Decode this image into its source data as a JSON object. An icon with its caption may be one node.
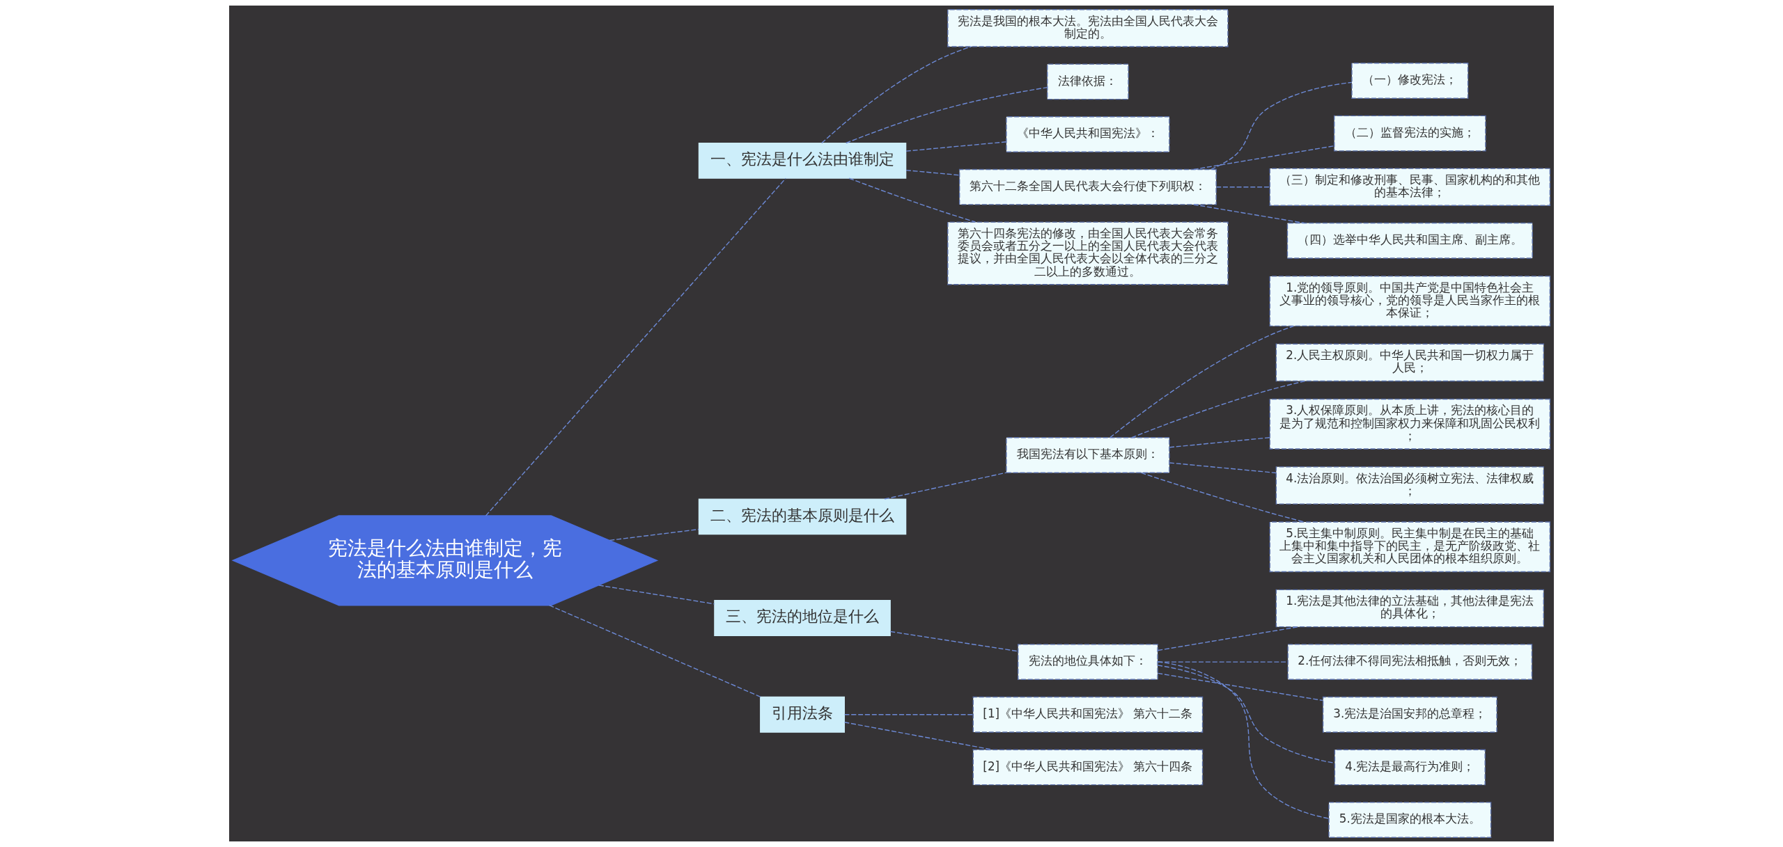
{
  "diagram": {
    "nodes": [
      {
        "text": [
          "宪法是什么法由谁制定，宪法的基本原则是什么"
        ]
      },
      {
        "text": [
          "一、宪法是什么法由谁制定"
        ]
      },
      {
        "text": [
          "宪法是我国的根本大法。宪法由全国人民代表大会制定的。"
        ]
      },
      {
        "text": [
          "法律依据："
        ]
      },
      {
        "text": [
          "《中华人民共和国宪法》："
        ]
      },
      {
        "text": [
          "第六十二条全国人民代表大会行使下列职权："
        ]
      },
      {
        "text": [
          "（一）修改宪法；"
        ]
      },
      {
        "text": [
          "（二）监督宪法的实施；"
        ]
      },
      {
        "text": [
          "（三）制定和修改刑事、民事、国家机构的和其他的基本法律；"
        ]
      },
      {
        "text": [
          "（四）选举中华人民共和国主席、副主席。"
        ]
      },
      {
        "text": [
          "第六十四条宪法的修改，由全国人民代表大会常务委员会或者五分之一以上的全国人民代表大会代表提议，并由全国人民代表大会以全体代表的三分之二以上的多数通过。"
        ]
      },
      {
        "text": [
          "二、宪法的基本原则是什么"
        ]
      },
      {
        "text": [
          "我国宪法有以下基本原则："
        ]
      },
      {
        "text": [
          "1.党的领导原则。中国共产党是中国特色社会主义事业的领导核心，党的领导是人民当家作主的根本保证；"
        ]
      },
      {
        "text": [
          "2.人民主权原则。中华人民共和国一切权力属于人民；"
        ]
      },
      {
        "text": [
          "3.人权保障原则。从本质上讲，宪法的核心目的是为了规范和控制国家权力来保障和巩固公民权利；"
        ]
      },
      {
        "text": [
          "4.法治原则。依法治国必须树立宪法、法律权威；"
        ]
      },
      {
        "text": [
          "5.民主集中制原则。民主集中制是在民主的基础上集中和集中指导下的民主，是无产阶级政党、社会主义国家机关和人民团体的根本组织原则。"
        ]
      },
      {
        "text": [
          "三、宪法的地位是什么"
        ]
      },
      {
        "text": [
          "宪法的地位具体如下："
        ]
      },
      {
        "text": [
          "1.宪法是其他法律的立法基础，其他法律是宪法的具体化；"
        ]
      },
      {
        "text": [
          "2.任何法律不得同宪法相抵触，否则无效；"
        ]
      },
      {
        "text": [
          "3.宪法是治国安邦的总章程；"
        ]
      },
      {
        "text": [
          "4.宪法是最高行为准则；"
        ]
      },
      {
        "text": [
          "5.宪法是国家的根本大法。"
        ]
      },
      {
        "text": [
          "引用法条"
        ]
      },
      {
        "text": [
          "[1]《中华人民共和国宪法》 第六十二条"
        ]
      },
      {
        "text": [
          "[2]《中华人民共和国宪法》 第六十四条"
        ]
      }
    ],
    "edges": [
      {
        "from": 0,
        "to": 1,
        "arrow": "none",
        "style": "dashed"
      },
      {
        "from": 1,
        "to": 2,
        "arrow": "none",
        "style": "dashed"
      },
      {
        "from": 1,
        "to": 3,
        "arrow": "none",
        "style": "dashed"
      },
      {
        "from": 1,
        "to": 4,
        "arrow": "none",
        "style": "dashed"
      },
      {
        "from": 1,
        "to": 5,
        "arrow": "none",
        "style": "dashed"
      },
      {
        "from": 5,
        "to": 6,
        "arrow": "none",
        "style": "dashed"
      },
      {
        "from": 5,
        "to": 7,
        "arrow": "none",
        "style": "dashed"
      },
      {
        "from": 5,
        "to": 8,
        "arrow": "none",
        "style": "dashed"
      },
      {
        "from": 5,
        "to": 9,
        "arrow": "none",
        "style": "dashed"
      },
      {
        "from": 1,
        "to": 10,
        "arrow": "none",
        "style": "dashed"
      },
      {
        "from": 0,
        "to": 11,
        "arrow": "none",
        "style": "dashed"
      },
      {
        "from": 11,
        "to": 12,
        "arrow": "none",
        "style": "dashed"
      },
      {
        "from": 12,
        "to": 13,
        "arrow": "none",
        "style": "dashed"
      },
      {
        "from": 12,
        "to": 14,
        "arrow": "none",
        "style": "dashed"
      },
      {
        "from": 12,
        "to": 15,
        "arrow": "none",
        "style": "dashed"
      },
      {
        "from": 12,
        "to": 16,
        "arrow": "none",
        "style": "dashed"
      },
      {
        "from": 12,
        "to": 17,
        "arrow": "none",
        "style": "dashed"
      },
      {
        "from": 0,
        "to": 18,
        "arrow": "none",
        "style": "dashed"
      },
      {
        "from": 18,
        "to": 19,
        "arrow": "none",
        "style": "dashed"
      },
      {
        "from": 19,
        "to": 20,
        "arrow": "none",
        "style": "dashed"
      },
      {
        "from": 19,
        "to": 21,
        "arrow": "none",
        "style": "dashed"
      },
      {
        "from": 19,
        "to": 22,
        "arrow": "none",
        "style": "dashed"
      },
      {
        "from": 19,
        "to": 23,
        "arrow": "none",
        "style": "dashed"
      },
      {
        "from": 19,
        "to": 24,
        "arrow": "none",
        "style": "dashed"
      },
      {
        "from": 0,
        "to": 25,
        "arrow": "none",
        "style": "dashed"
      },
      {
        "from": 25,
        "to": 26,
        "arrow": "none",
        "style": "dashed"
      },
      {
        "from": 25,
        "to": 27,
        "arrow": "none",
        "style": "dashed"
      }
    ]
  }
}
